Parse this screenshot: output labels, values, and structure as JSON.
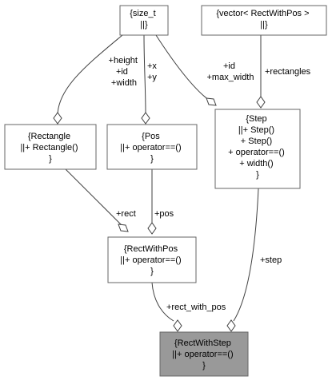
{
  "nodes": {
    "size_t": {
      "lines": [
        "{size_t",
        "||}"
      ]
    },
    "vector": {
      "lines": [
        "{vector< RectWithPos >",
        "||}"
      ]
    },
    "rectangle": {
      "lines": [
        "{Rectangle",
        "||+ Rectangle()",
        "}"
      ]
    },
    "pos": {
      "lines": [
        "{Pos",
        "||+ operator==()",
        "}"
      ]
    },
    "step": {
      "lines": [
        "{Step",
        "||+ Step()",
        "+ Step()",
        "+ operator==()",
        "+ width()",
        "}"
      ]
    },
    "rectwithpos": {
      "lines": [
        "{RectWithPos",
        "||+ operator==()",
        "}"
      ]
    },
    "rectwithstep": {
      "lines": [
        "{RectWithStep",
        "||+ operator==()",
        "}"
      ]
    }
  },
  "edges": {
    "size_to_rectangle": {
      "lines": [
        "+height",
        "+id",
        "+width"
      ]
    },
    "size_to_pos": {
      "lines": [
        "+x",
        "+y"
      ]
    },
    "size_to_step": {
      "lines": [
        "+id",
        "+max_width"
      ]
    },
    "vector_to_step": {
      "lines": [
        "+rectangles"
      ]
    },
    "rectangle_to_rectwithpos": {
      "lines": [
        "+rect"
      ]
    },
    "pos_to_rectwithpos": {
      "lines": [
        "+pos"
      ]
    },
    "rectwithpos_to_rectwithstep": {
      "lines": [
        "+rect_with_pos"
      ]
    },
    "step_to_rectwithstep": {
      "lines": [
        "+step"
      ]
    }
  },
  "colors": {
    "highlight_fill": "#999999",
    "box_stroke": "#666666",
    "edge_stroke": "#404040"
  }
}
